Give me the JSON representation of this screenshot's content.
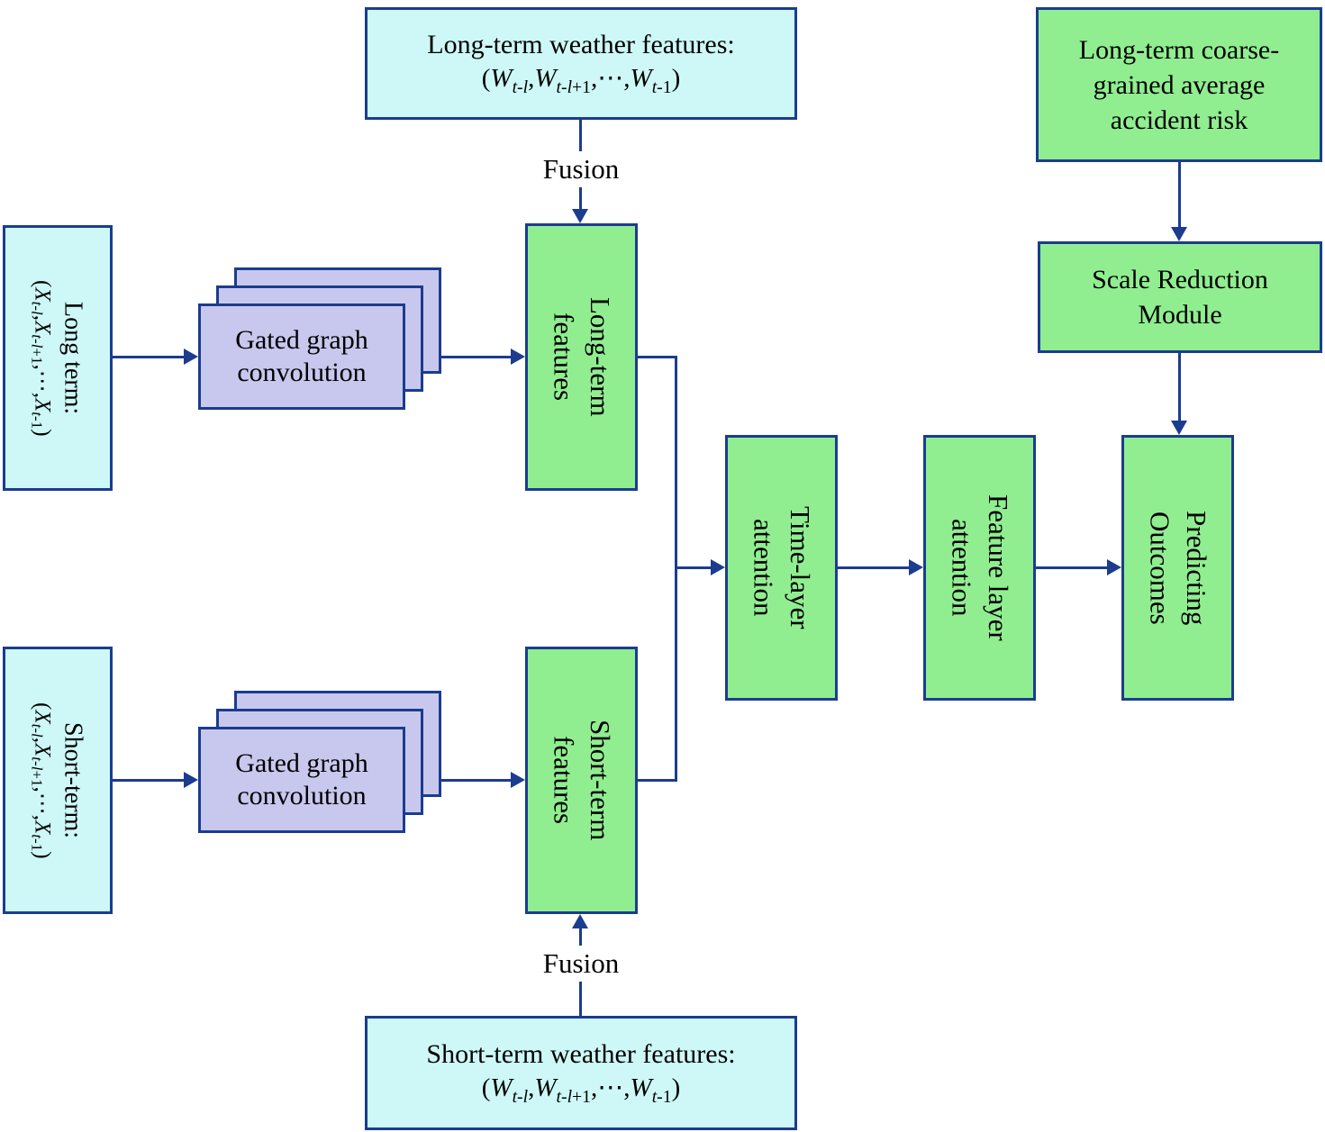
{
  "colors": {
    "cyan": "#cdf8f7",
    "green": "#90ee90",
    "purple": "#c8c8ee",
    "line": "#1b3c8f"
  },
  "nodes": {
    "long_weather": {
      "title": "Long-term weather features:",
      "formula": "(<i>W</i><sub><i>t</i>-<i>l</i></sub>,<i>W</i><sub><i>t</i>-<i>l</i>+1</sub>,⋯,<i>W</i><sub><i>t</i>-1</sub>)"
    },
    "short_weather": {
      "title": "Short-term weather features:",
      "formula": "(<i>W</i><sub><i>t</i>-<i>l</i></sub>,<i>W</i><sub><i>t</i>-<i>l</i>+1</sub>,⋯,<i>W</i><sub><i>t</i>-1</sub>)"
    },
    "fusion_top": {
      "label": "Fusion"
    },
    "fusion_bottom": {
      "label": "Fusion"
    },
    "long_input": {
      "title": "Long term:",
      "formula": "(<i>X</i><sub><i>t</i>-<i>l</i></sub>,<i>X</i><sub><i>t</i>-<i>l</i>+1</sub>,⋯,<i>X</i><sub><i>t</i>-1</sub>)"
    },
    "short_input": {
      "title": "Short-term:",
      "formula": "(<i>X</i><sub><i>t</i>-<i>l</i></sub>,<i>X</i><sub><i>t</i>-<i>l</i>+1</sub>,⋯,<i>X</i><sub><i>t</i>-1</sub>)"
    },
    "gated_long": {
      "lines": [
        "Gated graph",
        "convolution"
      ]
    },
    "gated_short": {
      "lines": [
        "Gated graph",
        "convolution"
      ]
    },
    "long_features": {
      "lines": [
        "Long-term",
        "features"
      ]
    },
    "short_features": {
      "lines": [
        "Short-term",
        "features"
      ]
    },
    "time_attention": {
      "lines": [
        "Time-layer",
        "attention"
      ]
    },
    "feature_attention": {
      "lines": [
        "Feature layer",
        "attention"
      ]
    },
    "predicting": {
      "lines": [
        "Predicting",
        "Outcomes"
      ]
    },
    "coarse_risk": {
      "lines": [
        "Long-term coarse-",
        "grained average",
        "accident risk"
      ]
    },
    "scale_reduction": {
      "lines": [
        "Scale Reduction",
        "Module"
      ]
    }
  }
}
